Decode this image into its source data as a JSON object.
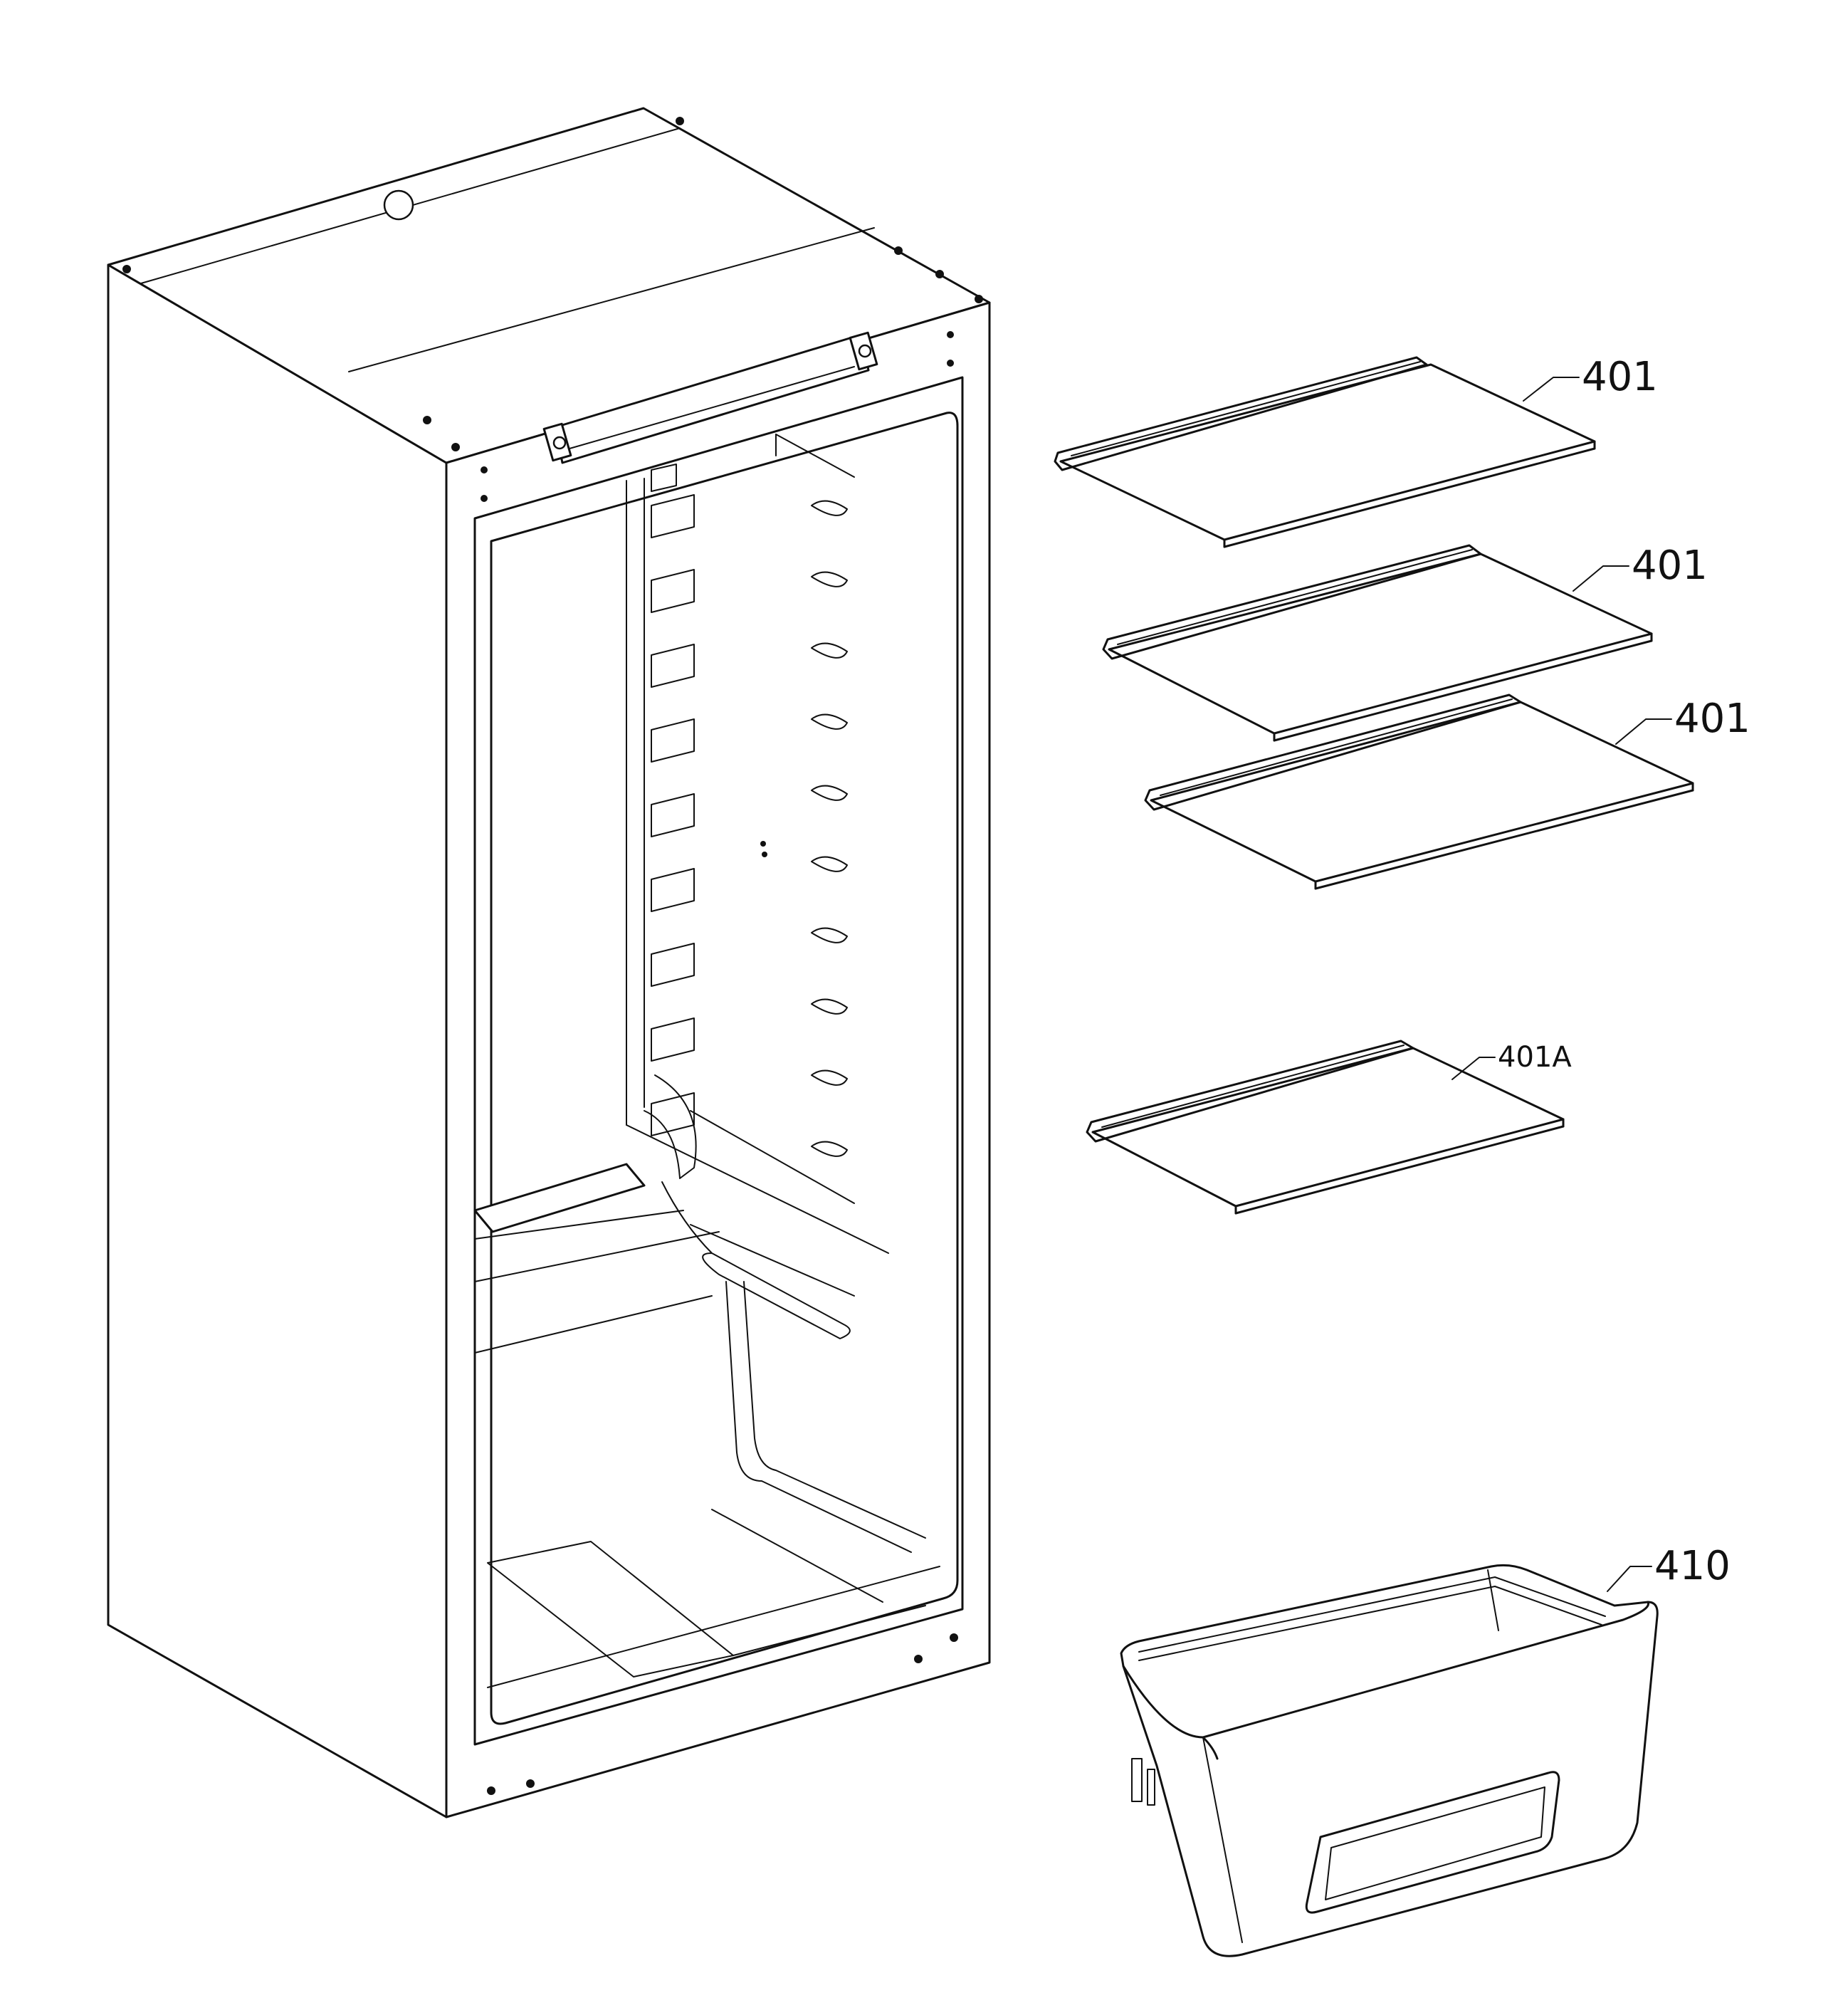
{
  "callouts": {
    "shelf_1": "401",
    "shelf_2": "401",
    "shelf_3": "401",
    "shelf_4": "401A",
    "crisper_bin": "410"
  }
}
